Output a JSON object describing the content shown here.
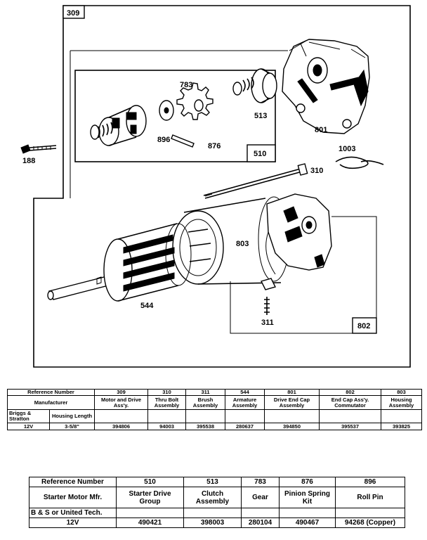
{
  "diagram": {
    "labels": {
      "p309": "309",
      "p510": "510",
      "p783": "783",
      "p513": "513",
      "p801": "801",
      "p896": "896",
      "p876": "876",
      "p188": "188",
      "p1003": "1003",
      "p310": "310",
      "p803": "803",
      "p544": "544",
      "p311": "311",
      "p802": "802"
    }
  },
  "table1": {
    "ref_label": "Reference Number",
    "mfr_label": "Manufacturer",
    "brand_label": "Briggs & Stratton",
    "housing_label": "Housing Length",
    "row_brand": "12V",
    "row_length": "3-5/8\"",
    "columns": [
      {
        "ref": "309",
        "desc": "Motor and Drive Ass'y.",
        "part": "394806"
      },
      {
        "ref": "310",
        "desc": "Thru Bolt Assembly",
        "part": "94003"
      },
      {
        "ref": "311",
        "desc": "Brush Assembly",
        "part": "395538"
      },
      {
        "ref": "544",
        "desc": "Armature Assembly",
        "part": "280637"
      },
      {
        "ref": "801",
        "desc": "Drive End Cap Assembly",
        "part": "394850"
      },
      {
        "ref": "802",
        "desc": "End Cap Ass'y. Commutator",
        "part": "395537"
      },
      {
        "ref": "803",
        "desc": "Housing Assembly",
        "part": "393825"
      }
    ]
  },
  "table2": {
    "ref_label": "Reference Number",
    "starter_label": "Starter Motor Mfr.",
    "mfr_row": "B & S or United Tech.",
    "volt": "12V",
    "columns": [
      {
        "ref": "510",
        "desc": "Starter Drive Group",
        "part": "490421"
      },
      {
        "ref": "513",
        "desc": "Clutch Assembly",
        "part": "398003"
      },
      {
        "ref": "783",
        "desc": "Gear",
        "part": "280104"
      },
      {
        "ref": "876",
        "desc": "Pinion Spring Kit",
        "part": "490467"
      },
      {
        "ref": "896",
        "desc": "Roll Pin",
        "part": "94268 (Copper)"
      }
    ]
  }
}
